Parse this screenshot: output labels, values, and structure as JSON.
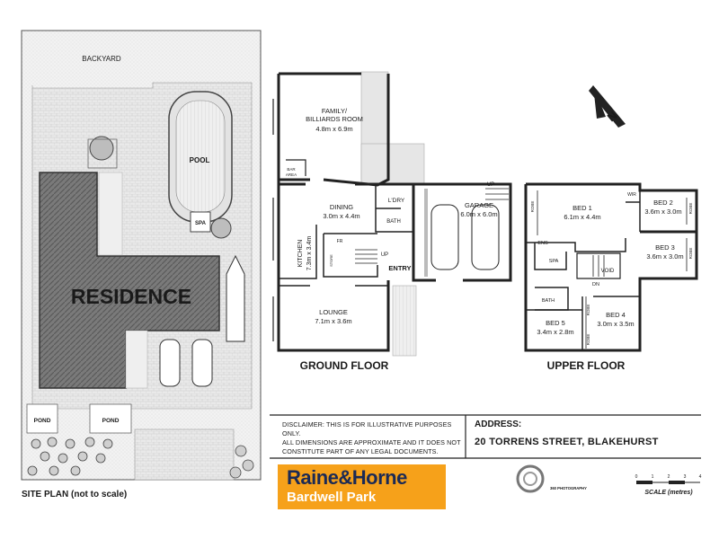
{
  "site_plan": {
    "backyard_label": "BACKYARD",
    "pool_label": "POOL",
    "spa_label": "SPA",
    "residence_label": "RESIDENCE",
    "pond_labels": [
      "POND",
      "POND"
    ],
    "caption": "SITE PLAN (not to scale)"
  },
  "ground_floor": {
    "title": "GROUND FLOOR",
    "rooms": {
      "family_line1": "FAMILY/",
      "family_line2": "BILLIARDS ROOM",
      "family_dim": "4.8m x 6.9m",
      "bar_line1": "BAR",
      "bar_line2": "AREA",
      "dining": "DINING",
      "dining_dim": "3.0m x 4.4m",
      "kitchen": "KITCHEN",
      "kitchen_dim": "7.3m x 3.4m",
      "lounge": "LOUNGE",
      "lounge_dim": "7.1m x 3.6m",
      "laundry": "L'DRY",
      "bath": "BATH",
      "garage": "GARAGE",
      "garage_dim": "6.0m x 6.0m",
      "entry": "ENTRY",
      "store": "STORE",
      "fr": "FR",
      "up_labels": [
        "UP",
        "UP"
      ]
    }
  },
  "upper_floor": {
    "title": "UPPER FLOOR",
    "rooms": {
      "bed1": "BED 1",
      "bed1_dim": "6.1m x 4.4m",
      "bed2": "BED 2",
      "bed2_dim": "3.6m x 3.0m",
      "bed3": "BED 3",
      "bed3_dim": "3.6m x 3.0m",
      "bed4": "BED 4",
      "bed4_dim": "3.0m x 3.5m",
      "bed5": "BED 5",
      "bed5_dim": "3.4m x 2.8m",
      "ens": "ENS",
      "spa": "SPA",
      "bath": "BATH",
      "void": "VOID",
      "wir": "WIR",
      "dn": "DN",
      "robe": "ROBE"
    }
  },
  "disclaimer": {
    "line1": "DISCLAIMER: THIS IS FOR ILLUSTRATIVE PURPOSES ONLY.",
    "line2": "ALL DIMENSIONS ARE APPROXIMATE AND IT DOES NOT",
    "line3": "CONSTITUTE PART OF ANY LEGAL DOCUMENTS."
  },
  "address": {
    "label": "ADDRESS:",
    "value": "20 TORRENS STREET, BLAKEHURST"
  },
  "agency": {
    "name": "Raine&Horne",
    "office": "Bardwell Park",
    "brand_color": "#f6a11a",
    "text_color": "#1b2a55"
  },
  "photographer": {
    "name": "360 PHOTOGRAPHY"
  },
  "scale": {
    "ticks": [
      "0",
      "1",
      "2",
      "3",
      "4"
    ],
    "caption": "SCALE (metres)"
  },
  "compass": {
    "label": "N"
  }
}
